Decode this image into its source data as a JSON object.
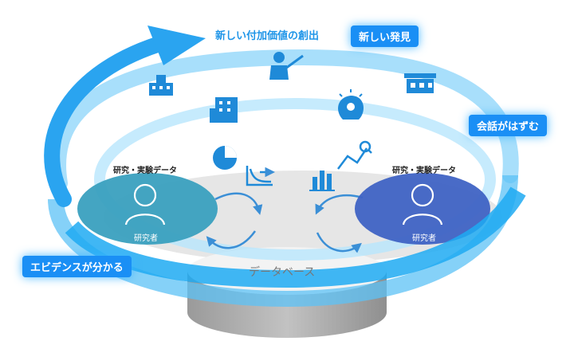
{
  "labels": {
    "new_value": "新しい付加価値の創出",
    "new_discovery": "新しい発見",
    "conversation": "会話がはずむ",
    "evidence": "エビデンスが分かる",
    "database": "データベース",
    "left_data": "研究・実験データ",
    "right_data": "研究・実験データ",
    "left_researcher": "研究者",
    "right_researcher": "研究者"
  },
  "icons": [
    "school-building-icon",
    "presenter-icon",
    "store-icon",
    "office-building-icon",
    "idea-head-icon",
    "pie-chart-icon",
    "line-graph-icon",
    "bar-chart-icon",
    "analytics-search-icon",
    "researcher-avatar-icon"
  ],
  "colors": {
    "ring_blue": "#29a9f0",
    "pill_blue": "#1a8ff5",
    "left_circle": "#3aa0bf",
    "right_circle": "#3f63c4",
    "database_gray": "#b5b5b5",
    "icon_blue": "#1f8ad8"
  }
}
